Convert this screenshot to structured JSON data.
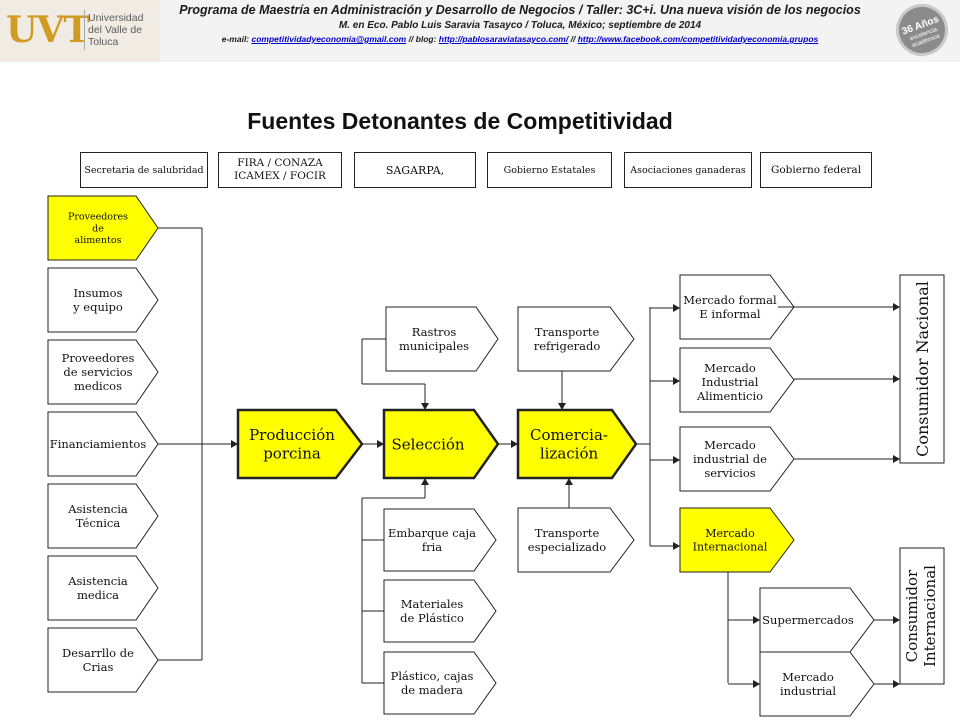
{
  "header": {
    "logo_mark": "UVT",
    "university": "Universidad del Valle de Toluca",
    "title": "Programa de Maestría en Administración y Desarrollo de Negocios / Taller: 3C+i. Una nueva visión de los negocios",
    "author_line": "M. en Eco. Pablo Luis Saravia Tasayco / Toluca, México; septiembre de 2014",
    "email_prefix": "e-mail: ",
    "email": "competitividadyeconomia@gmail.com",
    "blog_prefix": " // blog: ",
    "blog": "http://pablosaraviatasayco.com/",
    "facebook_prefix": " // ",
    "facebook": "http://www.facebook.com/competitividadyeconomia.grupos",
    "badge_top": "36 Años",
    "badge_bottom": "excelencia académica"
  },
  "diagram": {
    "title": "Fuentes Detonantes de Competitividad",
    "institutions": [
      "Secretaria de salubridad",
      "FIRA / CONAZA ICAMEX / FOCIR",
      "SAGARPA,",
      "Gobierno Estatales",
      "Asociaciones ganaderas",
      "Gobierno federal"
    ],
    "inputs": [
      {
        "lines": [
          "Proveedores",
          "de",
          "alimentos"
        ],
        "highlight": true
      },
      {
        "lines": [
          "Insumos",
          "y equipo"
        ],
        "highlight": false
      },
      {
        "lines": [
          "Proveedores",
          "de servicios",
          "medicos"
        ],
        "highlight": false
      },
      {
        "lines": [
          "Financiamientos"
        ],
        "highlight": false
      },
      {
        "lines": [
          "Asistencia",
          "Técnica"
        ],
        "highlight": false
      },
      {
        "lines": [
          "Asistencia",
          "medica"
        ],
        "highlight": false
      },
      {
        "lines": [
          "Desarrllo de",
          "Crias"
        ],
        "highlight": false
      }
    ],
    "stages": [
      {
        "lines": [
          "Producción",
          "porcina"
        ]
      },
      {
        "lines": [
          "Selección"
        ]
      },
      {
        "lines": [
          "Comercia-",
          "lización"
        ]
      }
    ],
    "seleccion_upper": {
      "lines": [
        "Rastros",
        "municipales"
      ]
    },
    "seleccion_lower": [
      {
        "lines": [
          "Embarque caja",
          "fria"
        ]
      },
      {
        "lines": [
          "Materiales",
          "de Plástico"
        ]
      },
      {
        "lines": [
          "Plástico, cajas",
          "de madera"
        ]
      }
    ],
    "transport_upper": {
      "lines": [
        "Transporte",
        "refrigerado"
      ]
    },
    "transport_lower": {
      "lines": [
        "Transporte",
        "especializado"
      ]
    },
    "markets": [
      {
        "lines": [
          "Mercado formal",
          "E informal"
        ],
        "highlight": false
      },
      {
        "lines": [
          "Mercado",
          "Industrial",
          "Alimenticio"
        ],
        "highlight": false
      },
      {
        "lines": [
          "Mercado",
          "industrial de",
          "servicios"
        ],
        "highlight": false
      },
      {
        "lines": [
          "Mercado",
          "Internacional"
        ],
        "highlight": true
      }
    ],
    "international_branches": [
      {
        "lines": [
          "Supermercados"
        ]
      },
      {
        "lines": [
          "Mercado",
          "industrial"
        ]
      }
    ],
    "consumers": [
      {
        "lines": [
          "Consumidor Nacional"
        ]
      },
      {
        "lines": [
          "Consumidor",
          "Internacional"
        ]
      }
    ],
    "colors": {
      "highlight": "#ffff00",
      "stroke": "#222222"
    }
  }
}
